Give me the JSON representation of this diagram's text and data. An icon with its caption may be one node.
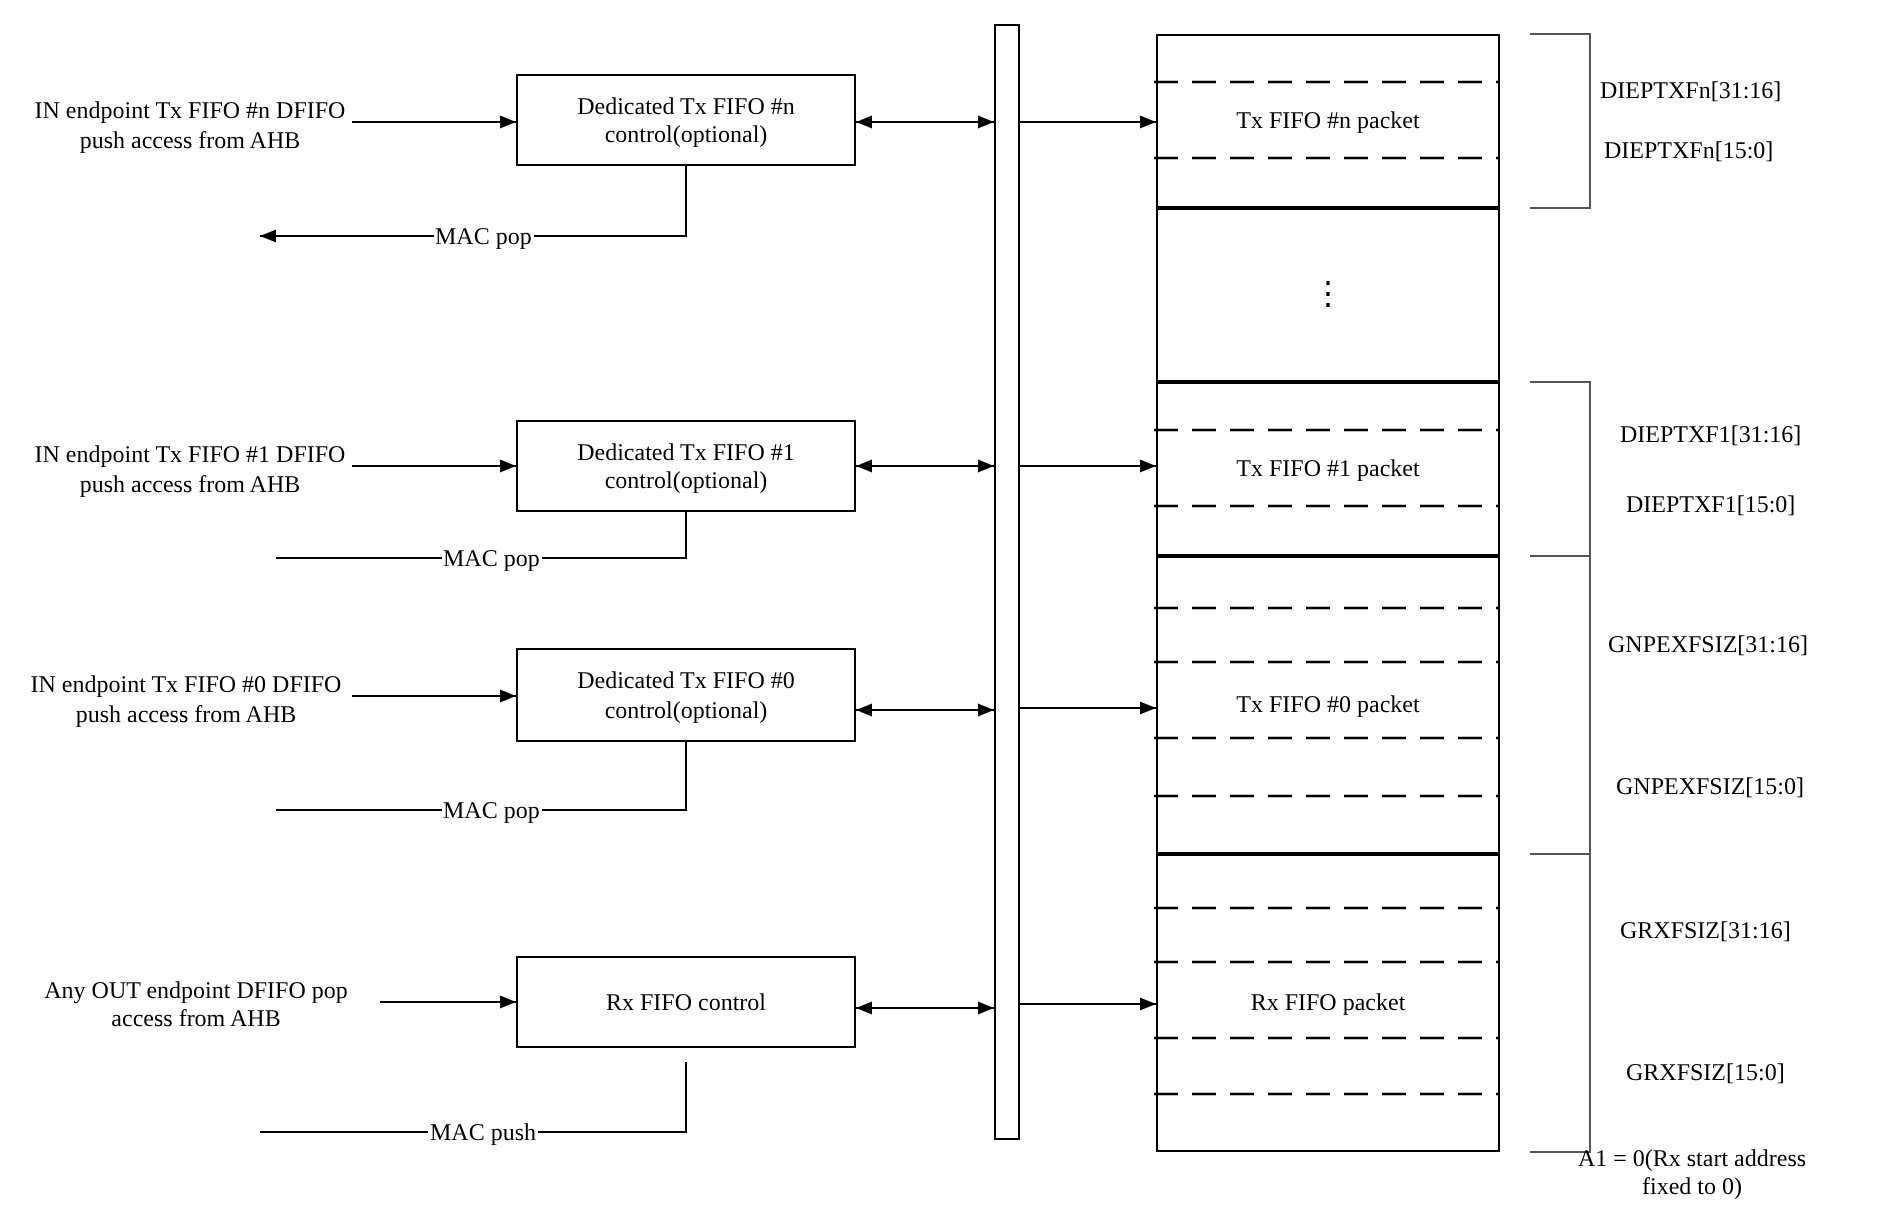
{
  "diagram": {
    "nodes": [
      {
        "text": [
          "IN endpoint Tx FIFO #n DFIFO push access from AHB"
        ]
      },
      {
        "text": [
          "IN endpoint Tx FIFO #1 DFIFO push access from AHB"
        ]
      },
      {
        "text": [
          "IN endpoint Tx FIFO #0 DFIFO push access from AHB"
        ]
      },
      {
        "text": [
          "Any OUT endpoint DFIFO pop access from AHB"
        ]
      },
      {
        "text": [
          "Dedicated Tx FIFO #n control(optional)"
        ]
      },
      {
        "text": [
          "Dedicated Tx FIFO #1 control(optional)"
        ]
      },
      {
        "text": [
          "Dedicated Tx FIFO #0 control(optional)"
        ]
      },
      {
        "text": [
          "Rx FIFO control"
        ]
      },
      {
        "text": [],
        "shape": "bar"
      },
      {
        "text": [
          "Tx FIFO #n packet"
        ]
      },
      {
        "text": [
          "⋮"
        ]
      },
      {
        "text": [
          "Tx FIFO #1 packet"
        ]
      },
      {
        "text": [
          "Tx FIFO #0 packet"
        ]
      },
      {
        "text": [
          "Rx FIFO packet"
        ]
      }
    ],
    "edges": [
      {
        "from": 0,
        "to": 4,
        "arrow": "to"
      },
      {
        "from": 4,
        "to": null,
        "arrow": "to",
        "label": "MAC pop"
      },
      {
        "from": 1,
        "to": 5,
        "arrow": "to"
      },
      {
        "from": 5,
        "to": null,
        "arrow": "none",
        "label": "MAC pop"
      },
      {
        "from": 2,
        "to": 6,
        "arrow": "to"
      },
      {
        "from": 6,
        "to": null,
        "arrow": "none",
        "label": "MAC pop"
      },
      {
        "from": 3,
        "to": 7,
        "arrow": "to"
      },
      {
        "from": 7,
        "to": null,
        "arrow": "none",
        "label": "MAC push"
      },
      {
        "from": 4,
        "to": 8,
        "arrow": "both"
      },
      {
        "from": 5,
        "to": 8,
        "arrow": "both"
      },
      {
        "from": 6,
        "to": 8,
        "arrow": "both"
      },
      {
        "from": 7,
        "to": 8,
        "arrow": "both"
      },
      {
        "from": 8,
        "to": 9,
        "arrow": "to"
      },
      {
        "from": 8,
        "to": 11,
        "arrow": "to"
      },
      {
        "from": 8,
        "to": 12,
        "arrow": "to"
      },
      {
        "from": 8,
        "to": 13,
        "arrow": "to"
      }
    ],
    "labels": [
      "DIEPTXFn[31:16]",
      "DIEPTXFn[15:0]",
      "DIEPTXF1[31:16]",
      "DIEPTXF1[15:0]",
      "GNPEXFSIZ[31:16]",
      "GNPEXFSIZ[15:0]",
      "GRXFSIZ[31:16]",
      "GRXFSIZ[15:0]",
      "A1 = 0(Rx start address fixed to 0)"
    ]
  }
}
